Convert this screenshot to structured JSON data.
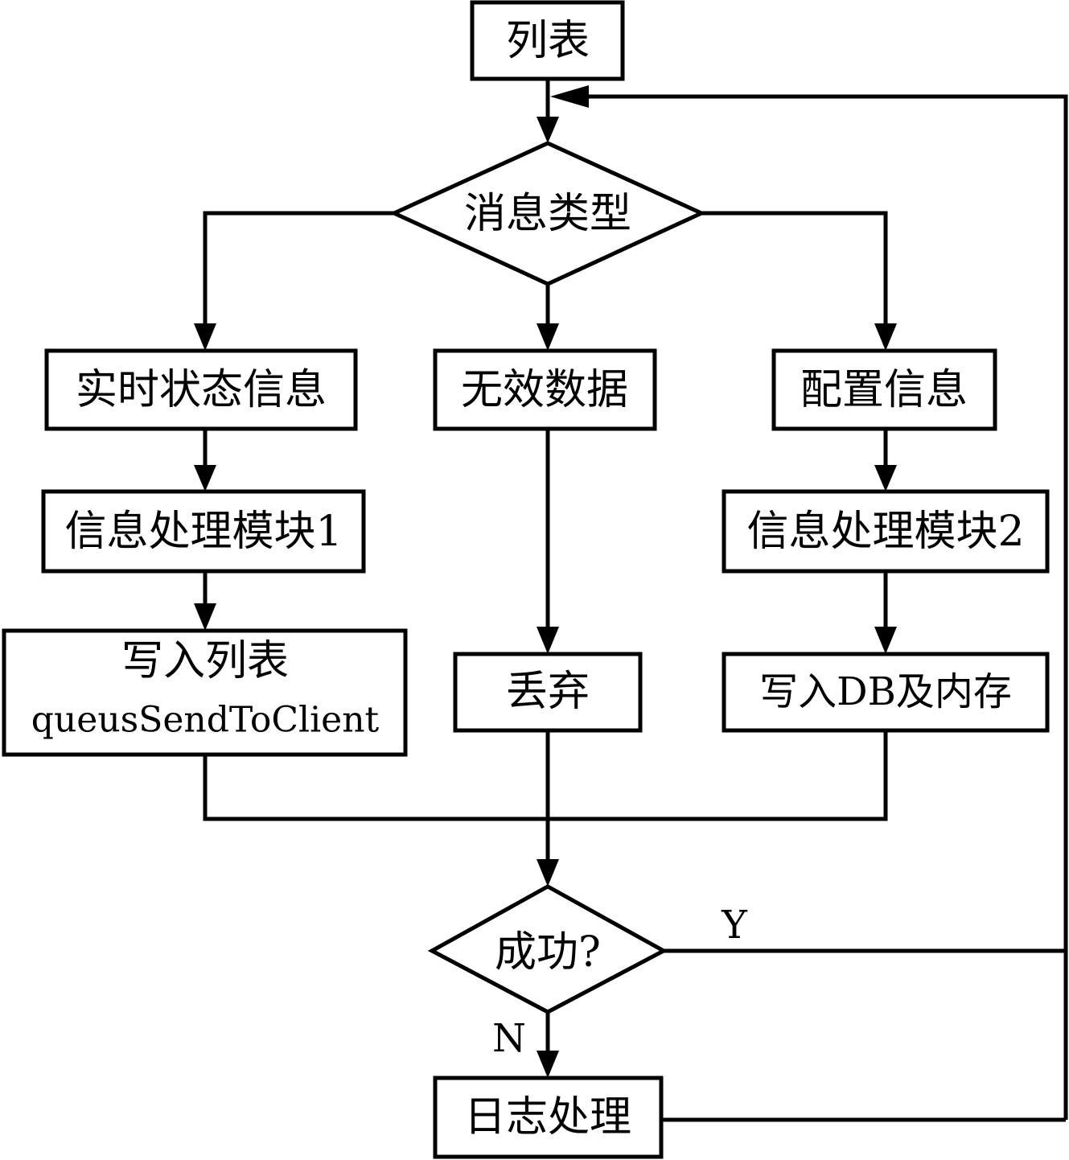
{
  "nodes": {
    "list": "列表",
    "message_type": "消息类型",
    "realtime_status": "实时状态信息",
    "invalid_data": "无效数据",
    "config_info": "配置信息",
    "info_module_1": "信息处理模块1",
    "info_module_2": "信息处理模块2",
    "write_list_line1": "写入列表",
    "write_list_line2": "queusSendToClient",
    "discard": "丢弃",
    "write_db": "写入DB及内存",
    "success": "成功?",
    "log_process": "日志处理"
  },
  "edge_labels": {
    "yes": "Y",
    "no": "N"
  },
  "colors": {
    "stroke": "#000000",
    "background": "#ffffff"
  }
}
